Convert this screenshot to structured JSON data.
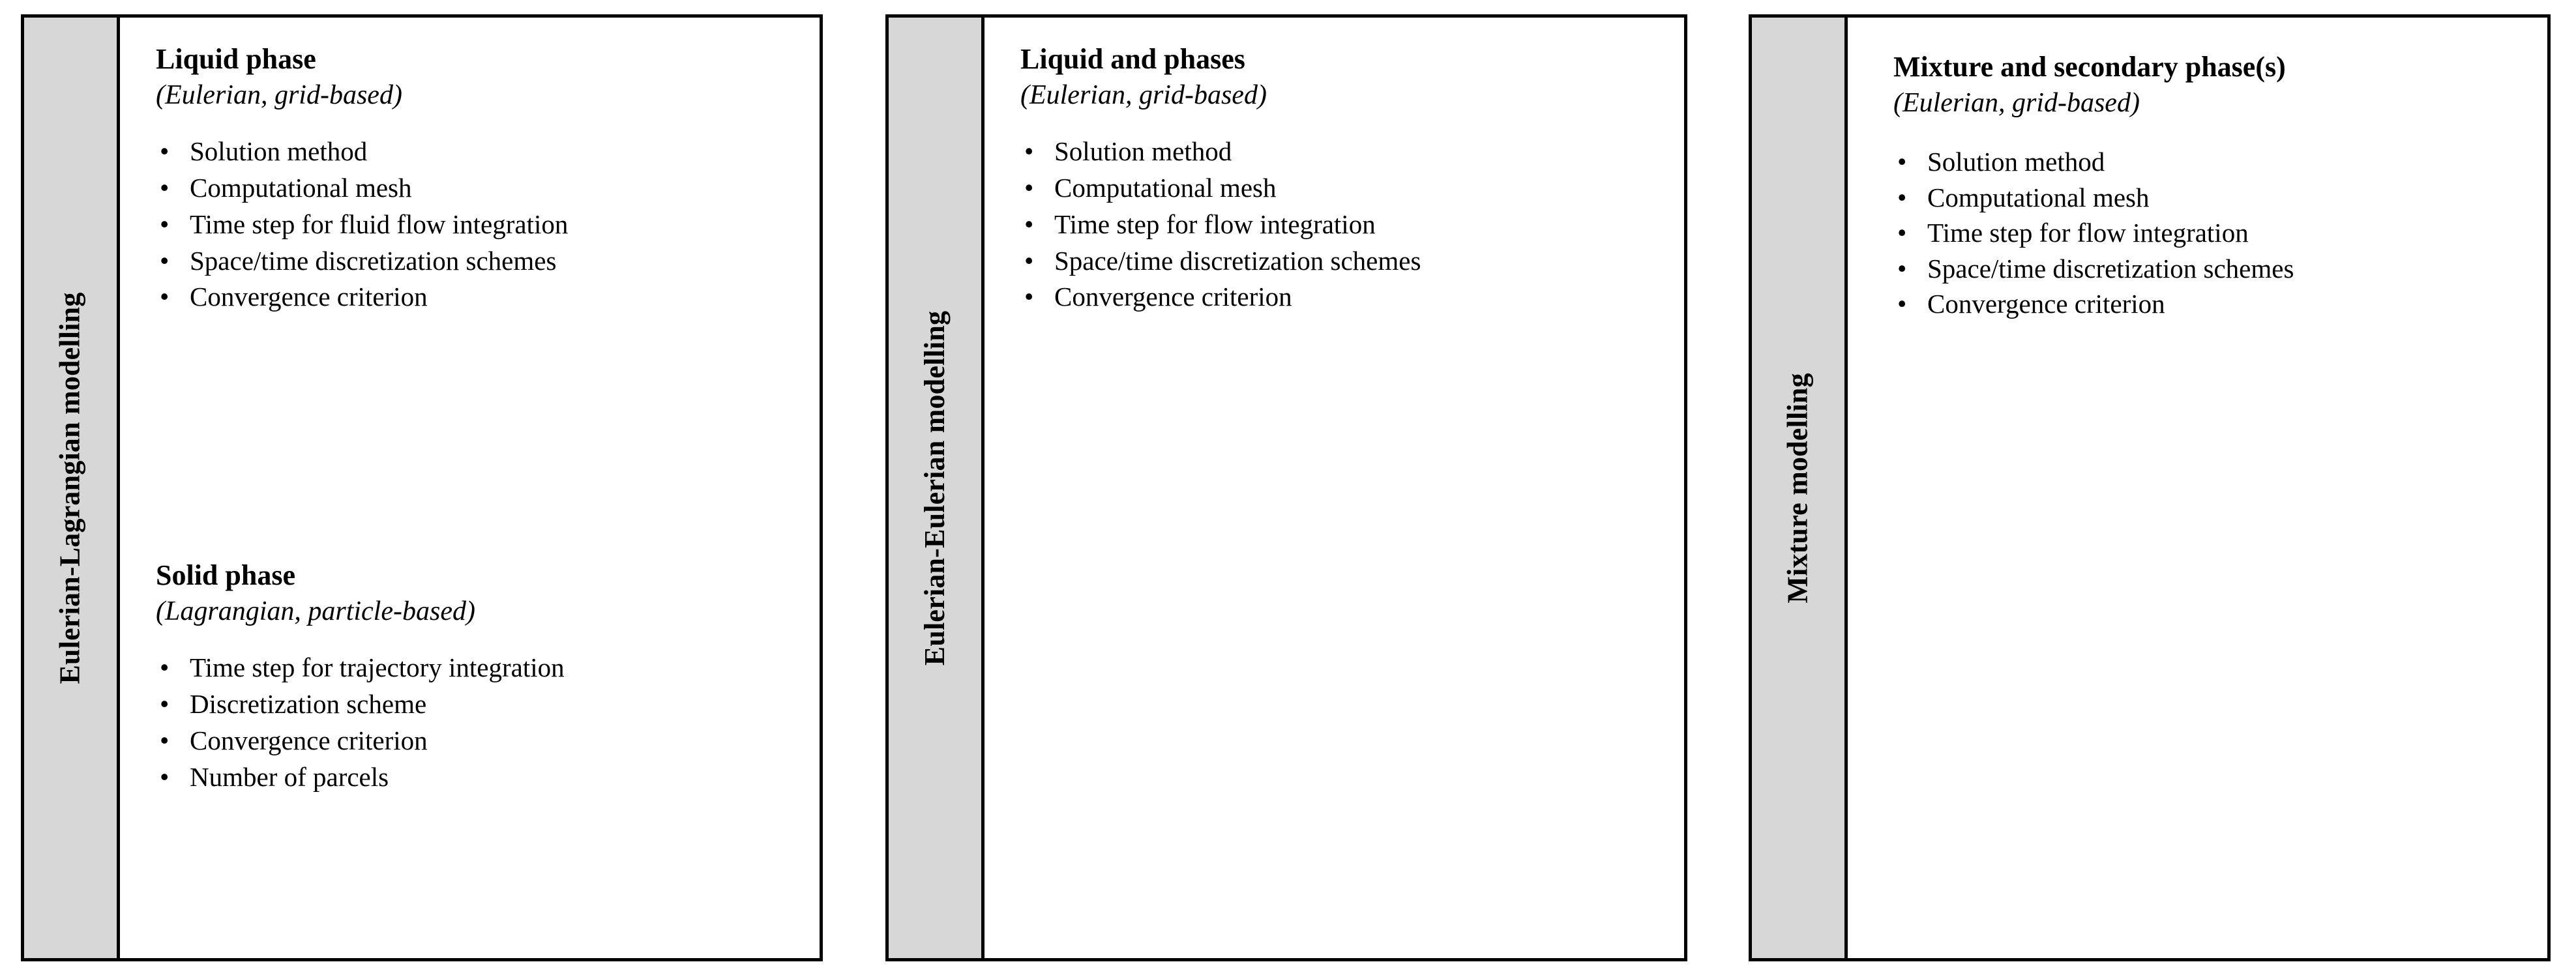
{
  "figure": {
    "kind": "three-column-comparison-diagram",
    "colors": {
      "tab_background": "#d7d7d7",
      "border": "#000000",
      "body_background": "#ffffff",
      "text": "#000000"
    },
    "bullet_glyph": "•"
  },
  "panels": [
    {
      "tab_label": "Eulerian-Lagrangian modelling",
      "sections": [
        {
          "title": "Liquid phase",
          "subtitle": "(Eulerian, grid-based)",
          "bullets": [
            "Solution method",
            "Computational mesh",
            "Time step for fluid flow integration",
            "Space/time discretization schemes",
            "Convergence criterion"
          ]
        },
        {
          "title": "Solid phase",
          "subtitle": "(Lagrangian, particle-based)",
          "bullets": [
            "Time step for trajectory integration",
            "Discretization scheme",
            "Convergence criterion",
            "Number of parcels"
          ]
        }
      ]
    },
    {
      "tab_label": "Eulerian-Eulerian modelling",
      "sections": [
        {
          "title": "Liquid and phases",
          "subtitle": "(Eulerian, grid-based)",
          "bullets": [
            "Solution method",
            "Computational mesh",
            "Time step for flow integration",
            "Space/time discretization schemes",
            "Convergence criterion"
          ]
        }
      ]
    },
    {
      "tab_label": "Mixture modelling",
      "sections": [
        {
          "title": "Mixture and secondary phase(s)",
          "subtitle": "(Eulerian, grid-based)",
          "bullets": [
            "Solution method",
            "Computational mesh",
            "Time step for flow integration",
            "Space/time discretization schemes",
            "Convergence criterion"
          ]
        }
      ]
    }
  ]
}
